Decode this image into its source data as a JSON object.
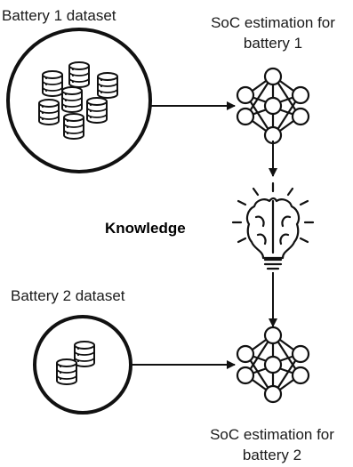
{
  "nodes": {
    "dataset1": {
      "label": "Battery 1 dataset",
      "icon": "database-cluster-icon"
    },
    "soc1": {
      "label_line1": "SoC estimation for",
      "label_line2": "battery 1",
      "icon": "neural-network-icon"
    },
    "knowledge": {
      "label": "Knowledge",
      "icon": "brain-bulb-icon"
    },
    "dataset2": {
      "label": "Battery 2 dataset",
      "icon": "database-pair-icon"
    },
    "soc2": {
      "label_line1": "SoC estimation for",
      "label_line2": "battery 2",
      "icon": "neural-network-icon"
    }
  },
  "edges": [
    {
      "from": "dataset1",
      "to": "soc1"
    },
    {
      "from": "soc1",
      "to": "knowledge"
    },
    {
      "from": "knowledge",
      "to": "soc2"
    },
    {
      "from": "dataset2",
      "to": "soc2"
    }
  ],
  "colors": {
    "stroke": "#111111",
    "background": "#ffffff"
  }
}
